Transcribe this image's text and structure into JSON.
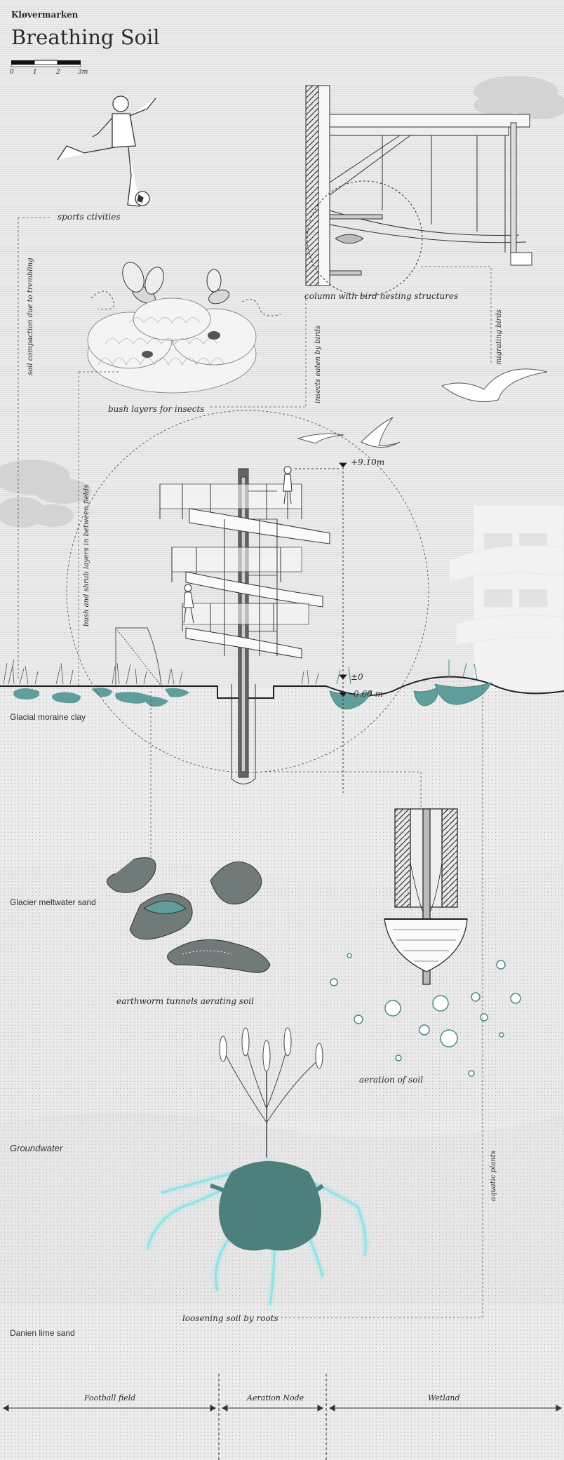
{
  "header": {
    "kicker": "Kløvermarken",
    "title": "Breathing Soil"
  },
  "scale_bar": {
    "ticks": [
      "0",
      "1",
      "2",
      "3m"
    ]
  },
  "annotations": {
    "sports": "sports ctivities",
    "bird_column": "column with bird nesting structures",
    "bush": "bush layers for insects",
    "soil_compaction": "soil compaction due to trembling",
    "insects_birds": "insects eaten by birds",
    "migrating_birds": "migrating birds",
    "bush_shrub": "bush and shrub layers in between fields",
    "earthworm": "earthworm tunnels aerating soil",
    "aeration": "aeration of soil",
    "aquatic": "aquatic plants",
    "roots": "loosening soil by roots"
  },
  "levels": {
    "top": "+9.10m",
    "zero": "±0",
    "minus": "-0.60 m"
  },
  "soil_layers": {
    "moraine": "Glacial moraine clay",
    "meltwater": "Glacier meltwater sand",
    "groundwater": "Groundwater",
    "lime": "Danien lime sand"
  },
  "zones": {
    "football": "Football field",
    "aeration_node": "Aeration Node",
    "wetland": "Wetland"
  },
  "colors": {
    "teal": "#5f9e9b",
    "teal_glow": "#8fe3e6",
    "ink": "#2a2a2a",
    "ground_fill": "#dcdcdc"
  }
}
